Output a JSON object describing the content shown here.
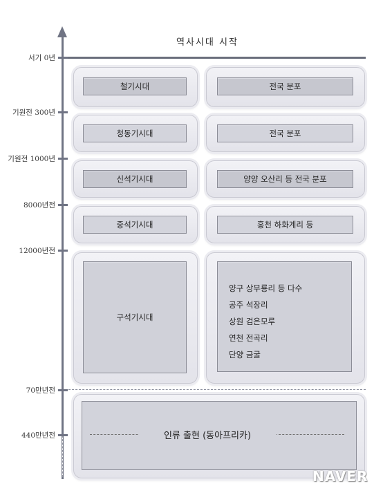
{
  "header": "역사시대 시작",
  "ticks": [
    "서기 0년",
    "기원전 300년",
    "기원전 1000년",
    "8000년전",
    "12000년전",
    "70만년전",
    "440만년전"
  ],
  "periods": [
    {
      "name": "철기시대",
      "distribution": "전국 분포"
    },
    {
      "name": "청동기시대",
      "distribution": "전국 분포"
    },
    {
      "name": "신석기시대",
      "distribution": "양양 오산리 등 전국 분포"
    },
    {
      "name": "중석기시대",
      "distribution": "홍천 하화계리 등"
    },
    {
      "name": "구석기시대",
      "sites": [
        "양구 상무룡리 등 다수",
        "공주 석장리",
        "상원 검은모루",
        "연천 전곡리",
        "단양 금굴"
      ]
    }
  ],
  "origin": "인류 출현 (동아프리카)",
  "watermark": "NAVER"
}
